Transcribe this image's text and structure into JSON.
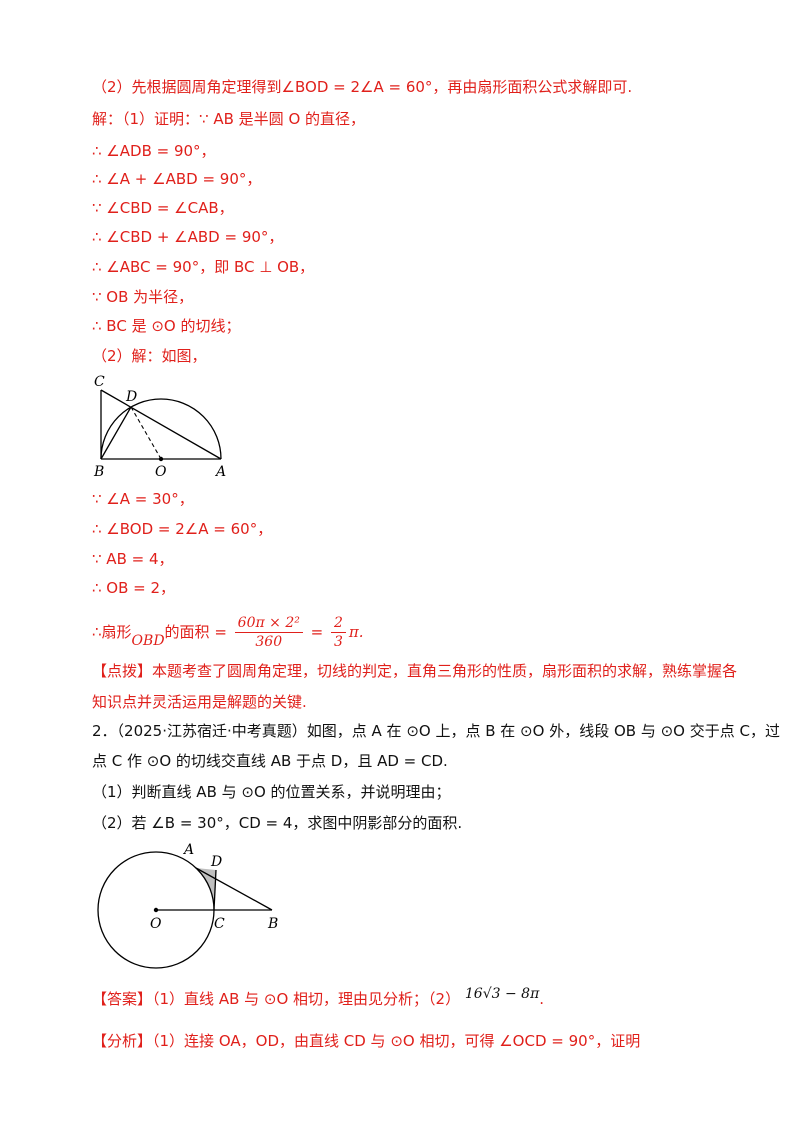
{
  "sol": {
    "l1": "（2）先根据圆周角定理得到∠BOD = 2∠A = 60°，再由扇形面积公式求解即可.",
    "l2": "解：（1）证明：∵ AB 是半圆 O 的直径，",
    "l3": "∴ ∠ADB = 90°，",
    "l4": "∴ ∠A + ∠ABD = 90°，",
    "l5": "∵ ∠CBD = ∠CAB，",
    "l6": "∴ ∠CBD + ∠ABD = 90°，",
    "l7": "∴ ∠ABC = 90°，即 BC ⊥ OB，",
    "l8": "∵ OB 为半径，",
    "l9": "∴ BC 是 ⊙O 的切线；",
    "l10": "（2）解：如图，",
    "l11": "∵ ∠A = 30°，",
    "l12": "∴ ∠BOD = 2∠A = 60°，",
    "l13": "∵ AB = 4，",
    "l14": "∴ OB = 2，",
    "l15_pre": "∴扇形",
    "l15_sub": "OBD",
    "l15_mid": "的面积 =",
    "l15_num": "60π × 2²",
    "l15_den": "360",
    "l15_eq": "=",
    "l15_num2": "2",
    "l15_den2": "3",
    "l15_end": "π."
  },
  "fig1": {
    "C": "C",
    "D": "D",
    "B": "B",
    "O": "O",
    "A": "A"
  },
  "tip": {
    "l1": "【点拨】本题考查了圆周角定理，切线的判定，直角三角形的性质，扇形面积的求解，熟练掌握各",
    "l2": "知识点并灵活运用是解题的关键."
  },
  "q2": {
    "l1": "2．（2025·江苏宿迁·中考真题）如图，点 A 在 ⊙O 上，点 B 在 ⊙O 外，线段 OB 与 ⊙O 交于点 C，过",
    "l2": "点 C 作 ⊙O 的切线交直线 AB 于点 D，且 AD = CD.",
    "l3": "（1）判断直线 AB 与 ⊙O 的位置关系，并说明理由；",
    "l4": "（2）若 ∠B = 30°，CD = 4，求图中阴影部分的面积."
  },
  "fig2": {
    "A": "A",
    "D": "D",
    "O": "O",
    "C": "C",
    "B": "B"
  },
  "answer": {
    "tag": "【答案】",
    "text1": "（1）直线 AB 与 ⊙O 相切，理由见分析；（2）",
    "expr": "16√3 − 8π",
    "end": "."
  },
  "analysis": {
    "tag": "【分析】",
    "text": "（1）连接 OA，OD，由直线 CD 与 ⊙O 相切，可得 ∠OCD = 90°，证明"
  },
  "colors": {
    "red": "#e0201b",
    "shade": "#bfbfbf"
  }
}
